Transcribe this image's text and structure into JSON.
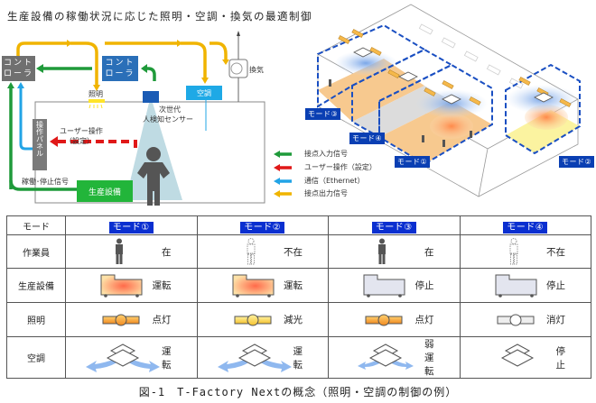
{
  "title": "生産設備の稼働状況に応じた照明・空調・換気の最適制御",
  "system_diagram": {
    "controller_gray": "コント\nローラ",
    "controller_blue": "コント\nローラ",
    "lighting_label": "照明",
    "ac_label": "空調",
    "ventilation_label": "換気",
    "sensor_label_line1": "次世代",
    "sensor_label_line2": "人検知センサー",
    "user_op_line1": "ユーザー操作",
    "user_op_line2": "（設定）",
    "panel_label": "操作パネル",
    "run_stop_signal": "稼働･停止信号",
    "production_equipment": "生産設備"
  },
  "legend": [
    {
      "label": "接点入力信号",
      "color": "#1f9a3a"
    },
    {
      "label": "ユーザー操作（設定）",
      "color": "#e01818"
    },
    {
      "label": "通信（Ethernet）",
      "color": "#22a4e6"
    },
    {
      "label": "接点出力信号",
      "color": "#f0b400"
    }
  ],
  "building_tags": [
    "モード③",
    "モード④",
    "モード①",
    "モード②"
  ],
  "table": {
    "header": "モード",
    "modes": [
      "モード①",
      "モード②",
      "モード③",
      "モード④"
    ],
    "rows": [
      {
        "label": "作業員",
        "icon": "worker",
        "states": [
          "在",
          "不在",
          "在",
          "不在"
        ],
        "variants": [
          "present",
          "absent",
          "present",
          "absent"
        ]
      },
      {
        "label": "生産設備",
        "icon": "machine",
        "states": [
          "運転",
          "運転",
          "停止",
          "停止"
        ],
        "variants": [
          "running",
          "running",
          "stopped",
          "stopped"
        ]
      },
      {
        "label": "照明",
        "icon": "light",
        "states": [
          "点灯",
          "減光",
          "点灯",
          "消灯"
        ],
        "variants": [
          "on",
          "dim",
          "on",
          "off"
        ]
      },
      {
        "label": "空調",
        "icon": "ac",
        "states": [
          "運転",
          "運転",
          "弱運転",
          "停止"
        ],
        "variants": [
          "full",
          "full",
          "weak",
          "stop"
        ]
      }
    ]
  },
  "caption": "図-1　T-Factory Nextの概念（照明・空調の制御の例）",
  "colors": {
    "green": "#1f9a3a",
    "red": "#e01818",
    "blue": "#22a4e6",
    "yellow": "#f0b400",
    "mode_tag": "#0a2fd0",
    "floor_orange": "#f7c98f",
    "floor_yellow": "#fbf3a0"
  }
}
